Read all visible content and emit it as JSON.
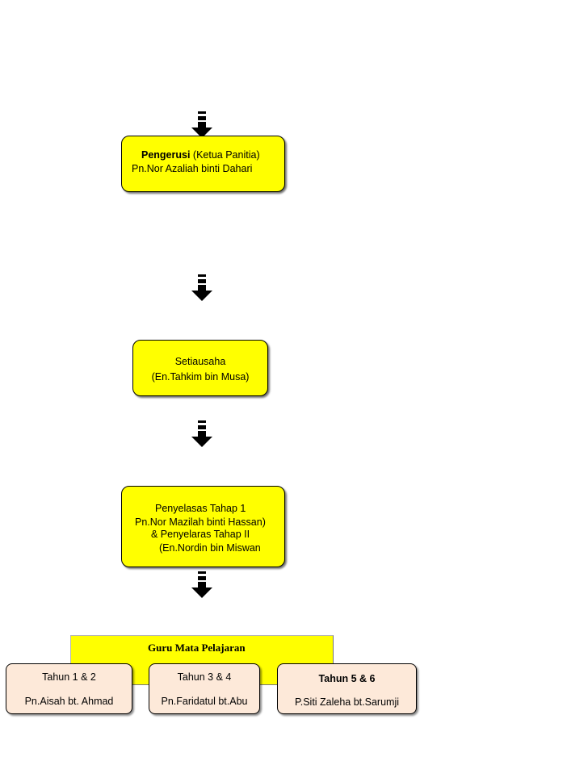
{
  "chairman": {
    "role_label": "Pengerusi",
    "role_suffix": "(Ketua Panitia)",
    "name": "Pn.Nor Azaliah binti Dahari"
  },
  "secretary": {
    "title": "Setiausaha",
    "name": "(En.Tahkim bin Musa)"
  },
  "coordinators": {
    "line1": "Penyelasas Tahap 1",
    "line2": "Pn.Nor Mazilah binti Hassan)",
    "line3": "& Penyelaras Tahap II",
    "line4": "(En.Nordin bin Miswan"
  },
  "teachers": {
    "title": "Guru Mata Pelajaran",
    "groups": [
      {
        "year": "Tahun 1 & 2",
        "name": "Pn.Aisah bt. Ahmad"
      },
      {
        "year": "Tahun 3 & 4",
        "name": "Pn.Faridatul bt.Abu"
      },
      {
        "year": "Tahun 5 & 6",
        "name": "P.Siti Zaleha bt.Sarumji"
      }
    ]
  },
  "colors": {
    "box_fill": "#ffff00",
    "year_box_fill": "#fde9d9",
    "arrow": "#000000"
  }
}
